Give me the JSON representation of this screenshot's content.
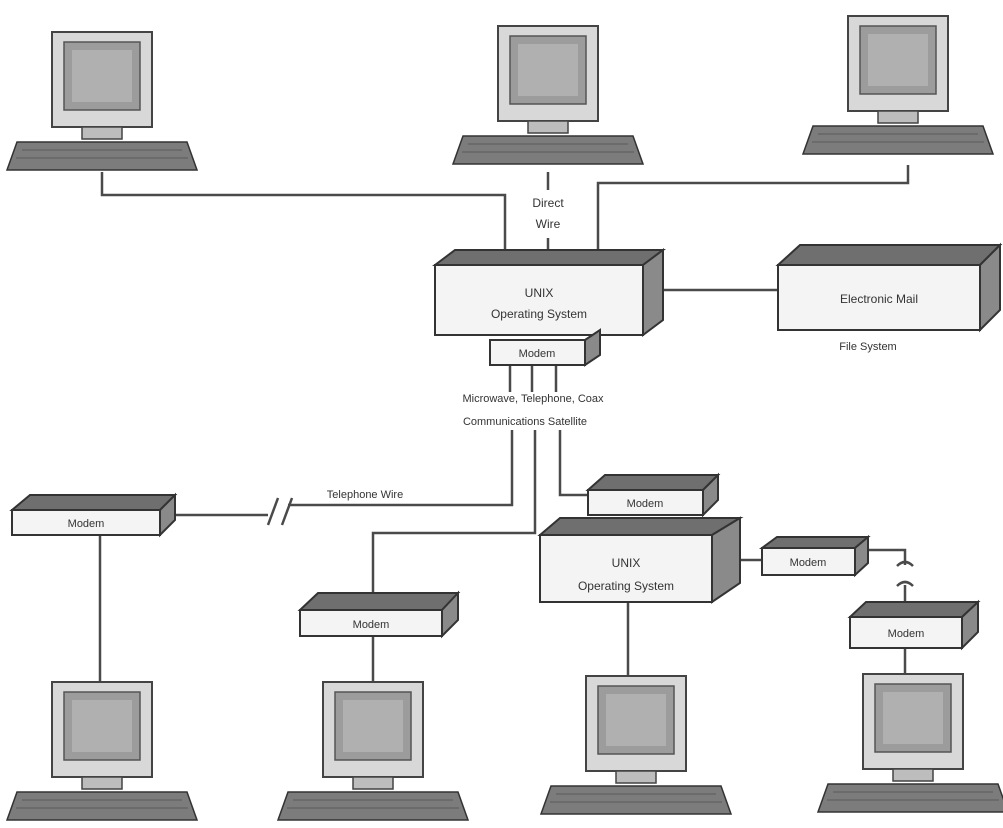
{
  "labels": {
    "direct": "Direct",
    "wire": "Wire",
    "unix_main_1": "UNIX",
    "unix_main_2": "Operating System",
    "modem_main": "Modem",
    "email": "Electronic Mail",
    "file_system": "File System",
    "media_1": "Microwave, Telephone, Coax",
    "media_2": "Communications Satellite",
    "telephone_wire": "Telephone Wire",
    "modem_left": "Modem",
    "modem_mid": "Modem",
    "modem_top_unix2": "Modem",
    "unix2_1": "UNIX",
    "unix2_2": "Operating System",
    "modem_unix2_right": "Modem",
    "modem_right": "Modem"
  },
  "colors": {
    "line": "#4a4a4a",
    "box_top": "#6f6f6f",
    "box_side": "#8a8a8a",
    "screen": "#9c9c9c",
    "monitor_body": "#d8d8d8",
    "keyboard": "#7c7c7c"
  }
}
